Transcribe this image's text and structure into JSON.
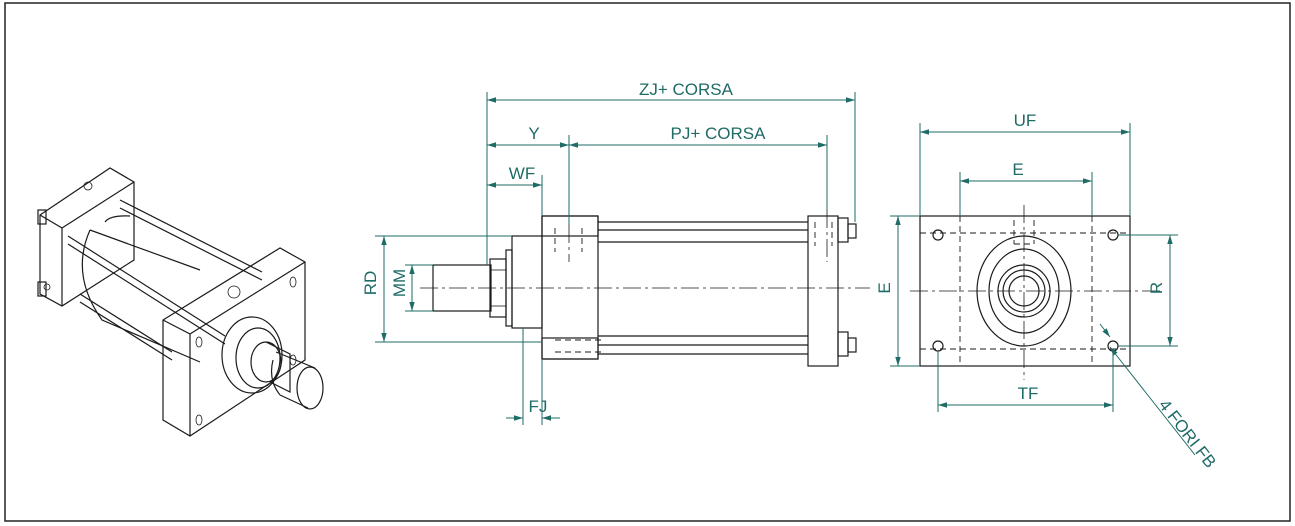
{
  "colors": {
    "dimension": "#1f6b66",
    "line": "#1b1b1b",
    "frame": "#222222",
    "background": "#ffffff"
  },
  "labels": {
    "zj": "ZJ+ CORSA",
    "y": "Y",
    "pj": "PJ+ CORSA",
    "wf": "WF",
    "rd": "RD",
    "mm": "MM",
    "fj": "FJ",
    "e_side": "E",
    "uf": "UF",
    "e_top": "E",
    "r": "R",
    "tf": "TF",
    "fb": "4 FORI FB"
  }
}
